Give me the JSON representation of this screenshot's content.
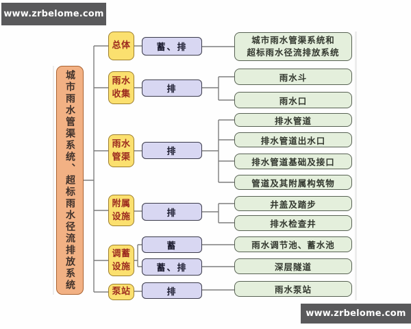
{
  "watermark": {
    "label": "www.zrbelome.com",
    "bg_color": "#59595b",
    "text_color": "#ffffff"
  },
  "colors": {
    "root_fill": "#f2b184",
    "root_border": "#a9612f",
    "category_fill": "#fbe06f",
    "category_border": "#9c7d2c",
    "category_text": "#9c2b1f",
    "mode_fill": "#d8d7f2",
    "mode_border": "#3a3a4a",
    "leaf_fill": "#e4efdc",
    "leaf_border": "#566052",
    "connector_line": "#7d7d7d"
  },
  "nodes": {
    "root": "城市雨水管渠系统、超标雨水径流排放系统",
    "categories": [
      "总体",
      "雨水收集",
      "雨水管渠",
      "附属设施",
      "调蓄设施",
      "泵站"
    ],
    "modes": [
      "蓄、排",
      "排",
      "排",
      "排",
      "蓄",
      "蓄、排",
      "排"
    ],
    "leaves": [
      {
        "line1": "城市雨水管渠系统和",
        "line2": "超标雨水径流排放系统"
      },
      "雨水斗",
      "雨水口",
      "排水管道",
      "排水管道出水口",
      "排水管道基础及接口",
      "管道及其附属构筑物",
      "井盖及踏步",
      "排水检查井",
      "雨水调节池、蓄水池",
      "深层隧道",
      "雨水泵站"
    ]
  },
  "hierarchy": [
    {
      "category": "总体",
      "branches": [
        {
          "mode": "蓄、排",
          "leaves": [
            "城市雨水管渠系统和超标雨水径流排放系统"
          ]
        }
      ]
    },
    {
      "category": "雨水收集",
      "branches": [
        {
          "mode": "排",
          "leaves": [
            "雨水斗",
            "雨水口"
          ]
        }
      ]
    },
    {
      "category": "雨水管渠",
      "branches": [
        {
          "mode": "排",
          "leaves": [
            "排水管道",
            "排水管道出水口",
            "排水管道基础及接口",
            "管道及其附属构筑物"
          ]
        }
      ]
    },
    {
      "category": "附属设施",
      "branches": [
        {
          "mode": "排",
          "leaves": [
            "井盖及踏步",
            "排水检查井"
          ]
        }
      ]
    },
    {
      "category": "调蓄设施",
      "branches": [
        {
          "mode": "蓄",
          "leaves": [
            "雨水调节池、蓄水池"
          ]
        },
        {
          "mode": "蓄、排",
          "leaves": [
            "深层隧道"
          ]
        }
      ]
    },
    {
      "category": "泵站",
      "branches": [
        {
          "mode": "排",
          "leaves": [
            "雨水泵站"
          ]
        }
      ]
    }
  ]
}
